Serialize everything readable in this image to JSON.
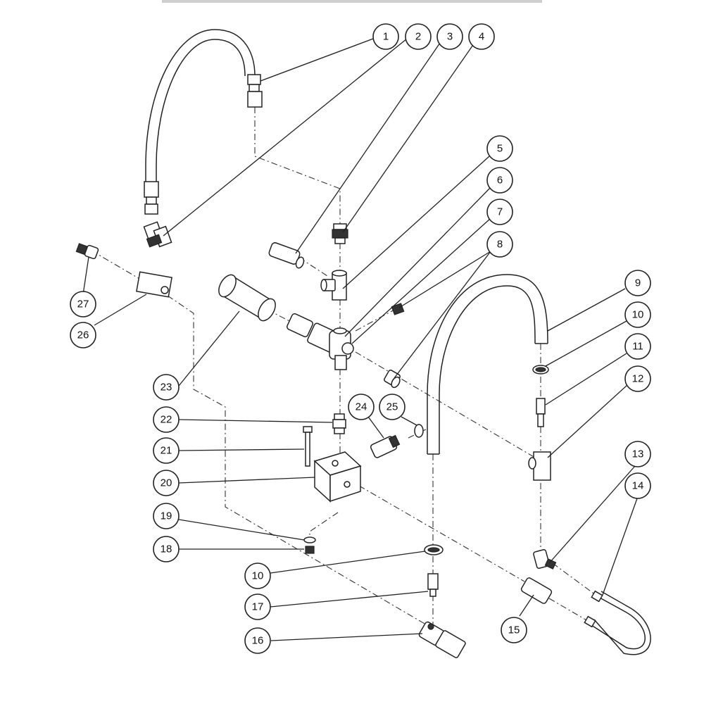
{
  "header": {
    "title": ""
  },
  "callouts": [
    {
      "id": "c1",
      "label": "1"
    },
    {
      "id": "c2",
      "label": "2"
    },
    {
      "id": "c3",
      "label": "3"
    },
    {
      "id": "c4",
      "label": "4"
    },
    {
      "id": "c5",
      "label": "5"
    },
    {
      "id": "c6",
      "label": "6"
    },
    {
      "id": "c7",
      "label": "7"
    },
    {
      "id": "c8",
      "label": "8"
    },
    {
      "id": "c9",
      "label": "9"
    },
    {
      "id": "c10a",
      "label": "10"
    },
    {
      "id": "c11",
      "label": "11"
    },
    {
      "id": "c12",
      "label": "12"
    },
    {
      "id": "c13",
      "label": "13"
    },
    {
      "id": "c14",
      "label": "14"
    },
    {
      "id": "c15",
      "label": "15"
    },
    {
      "id": "c16",
      "label": "16"
    },
    {
      "id": "c17",
      "label": "17"
    },
    {
      "id": "c10b",
      "label": "10"
    },
    {
      "id": "c18",
      "label": "18"
    },
    {
      "id": "c19",
      "label": "19"
    },
    {
      "id": "c20",
      "label": "20"
    },
    {
      "id": "c21",
      "label": "21"
    },
    {
      "id": "c22",
      "label": "22"
    },
    {
      "id": "c23",
      "label": "23"
    },
    {
      "id": "c24",
      "label": "24"
    },
    {
      "id": "c25",
      "label": "25"
    },
    {
      "id": "c26",
      "label": "26"
    },
    {
      "id": "c27",
      "label": "27"
    }
  ]
}
